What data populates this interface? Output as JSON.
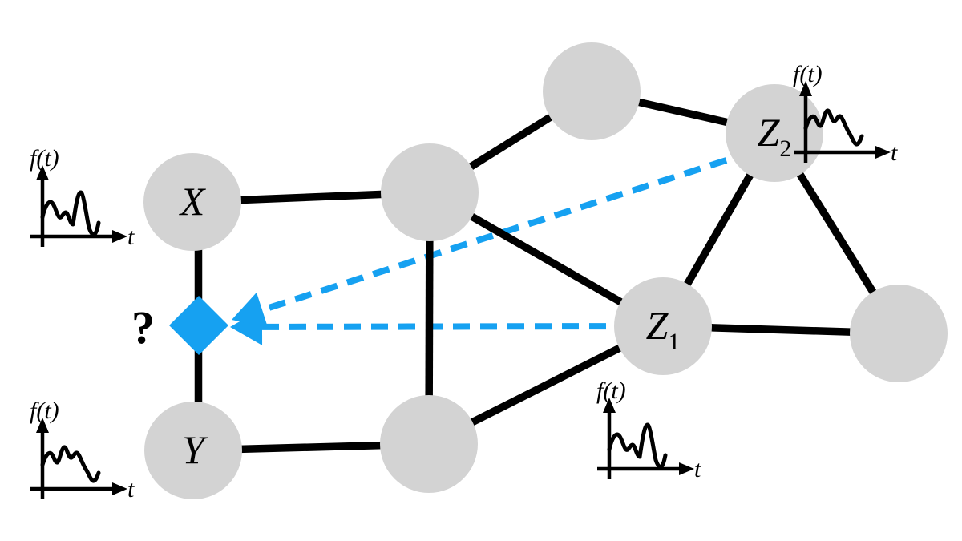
{
  "figure": {
    "description": "Graph of time-series variables with unknown relation between X and Y",
    "background": "#ffffff"
  },
  "colors": {
    "node_fill": "#d3d3d3",
    "edge": "#000000",
    "accent": "#16a1f1",
    "text": "#000000"
  },
  "graph": {
    "nodes": {
      "X": {
        "label": "X",
        "sub": ""
      },
      "top": {
        "label": "",
        "sub": ""
      },
      "Z2": {
        "label": "Z",
        "sub": "2"
      },
      "mid": {
        "label": "",
        "sub": ""
      },
      "Z1": {
        "label": "Z",
        "sub": "1"
      },
      "right": {
        "label": "",
        "sub": ""
      },
      "Y": {
        "label": "Y",
        "sub": ""
      },
      "bottom": {
        "label": "",
        "sub": ""
      }
    },
    "edges": [
      [
        "X",
        "mid"
      ],
      [
        "X",
        "Y"
      ],
      [
        "Y",
        "bottom"
      ],
      [
        "mid",
        "bottom"
      ],
      [
        "mid",
        "top"
      ],
      [
        "top",
        "Z2"
      ],
      [
        "mid",
        "Z1"
      ],
      [
        "Z1",
        "Z2"
      ],
      [
        "Z2",
        "right"
      ],
      [
        "Z1",
        "right"
      ],
      [
        "Z1",
        "bottom"
      ]
    ],
    "query_marker": {
      "label": "?",
      "shape": "diamond"
    },
    "dashed_arrows": [
      {
        "source": "Z1",
        "target": "query_marker"
      },
      {
        "source": "Z2",
        "target": "query_marker"
      }
    ]
  },
  "mini_plots": {
    "top_left": {
      "ylabel": "f(t)",
      "xlabel": "t",
      "near_node": "X"
    },
    "bottom_left": {
      "ylabel": "f(t)",
      "xlabel": "t",
      "near_node": "Y"
    },
    "z1": {
      "ylabel": "f(t)",
      "xlabel": "t",
      "near_node": "Z1"
    },
    "z2": {
      "ylabel": "f(t)",
      "xlabel": "t",
      "near_node": "Z2"
    }
  }
}
